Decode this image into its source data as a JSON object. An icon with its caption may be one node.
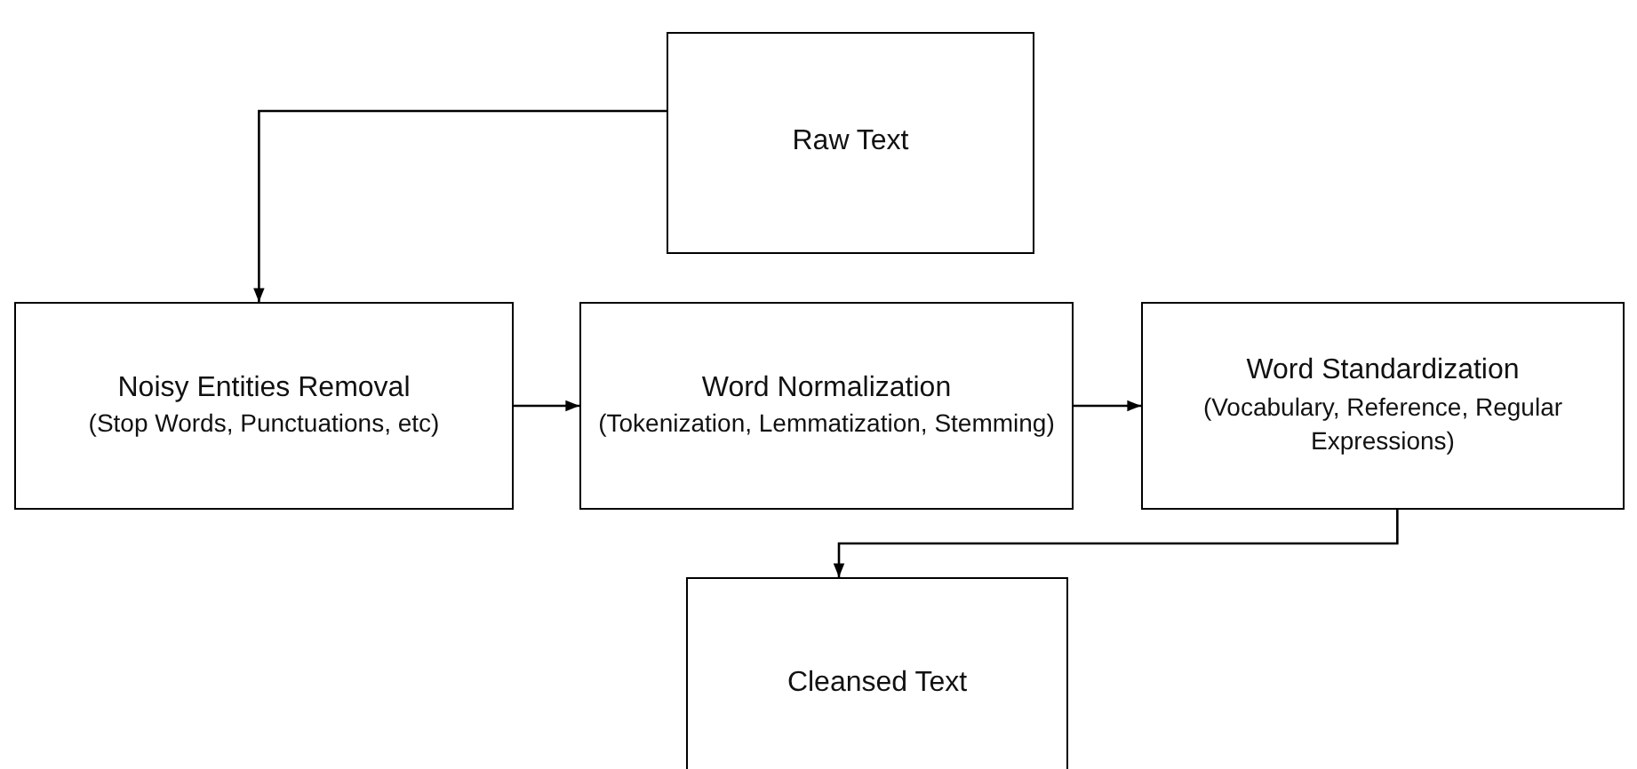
{
  "diagram": {
    "nodes": [
      {
        "text": [
          "Raw Text"
        ]
      },
      {
        "text": [
          "Noisy Entities Removal",
          "(Stop Words, Punctuations, etc)"
        ]
      },
      {
        "text": [
          "Word Normalization",
          "(Tokenization, Lemmatization, Stemming)"
        ]
      },
      {
        "text": [
          "Word Standardization",
          "(Vocabulary, Reference, Regular Expressions)"
        ]
      },
      {
        "text": [
          "Cleansed Text"
        ]
      }
    ],
    "edges": [
      {
        "from": 0,
        "to": 1,
        "arrow": "to"
      },
      {
        "from": 1,
        "to": 2,
        "arrow": "to"
      },
      {
        "from": 2,
        "to": 3,
        "arrow": "to"
      },
      {
        "from": 3,
        "to": 4,
        "arrow": "to"
      }
    ]
  }
}
